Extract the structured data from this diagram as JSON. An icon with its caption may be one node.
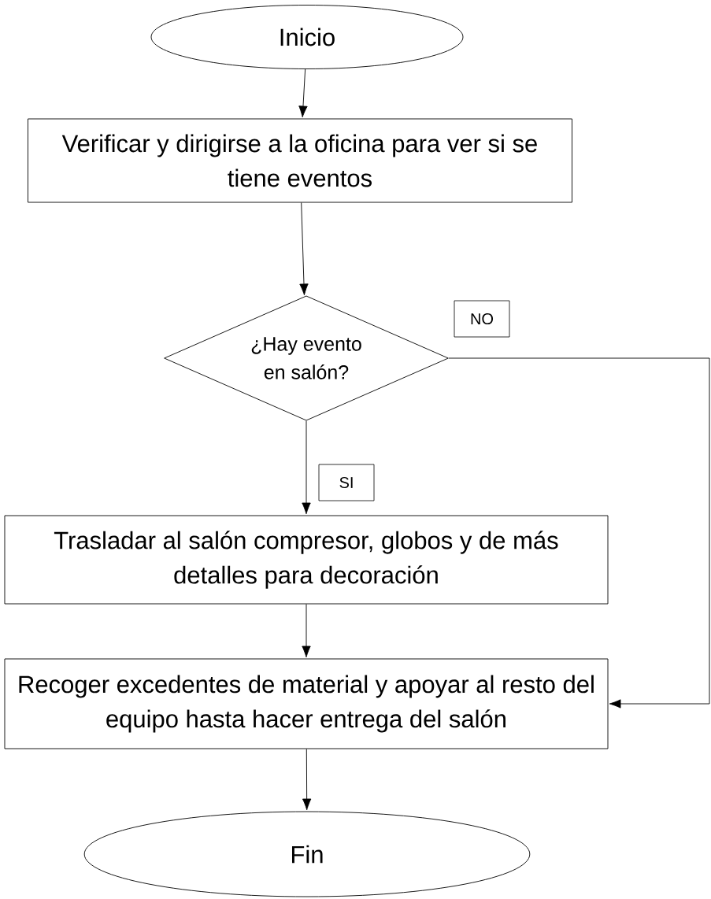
{
  "diagram": {
    "nodes": [
      {
        "text": [
          "Inicio"
        ]
      },
      {
        "text": [
          "Verificar y dirigirse a la oficina para ver si se tiene eventos"
        ]
      },
      {
        "text": [
          "¿Hay evento en salón?"
        ]
      },
      {
        "text": [
          "Trasladar al salón compresor, globos y de más detalles para decoración"
        ]
      },
      {
        "text": [
          "Recoger excedentes de material y apoyar al resto del equipo hasta hacer entrega del salón"
        ]
      },
      {
        "text": [
          "Fin"
        ]
      }
    ],
    "edges": [
      {
        "from": 0,
        "to": 1,
        "arrow": "to"
      },
      {
        "from": 1,
        "to": 2,
        "arrow": "to"
      },
      {
        "from": 2,
        "to": 3,
        "arrow": "to",
        "label": "SI"
      },
      {
        "from": 3,
        "to": 4,
        "arrow": "to"
      },
      {
        "from": 2,
        "to": 4,
        "arrow": "to",
        "label": "NO"
      },
      {
        "from": 4,
        "to": 5,
        "arrow": "to"
      }
    ]
  }
}
